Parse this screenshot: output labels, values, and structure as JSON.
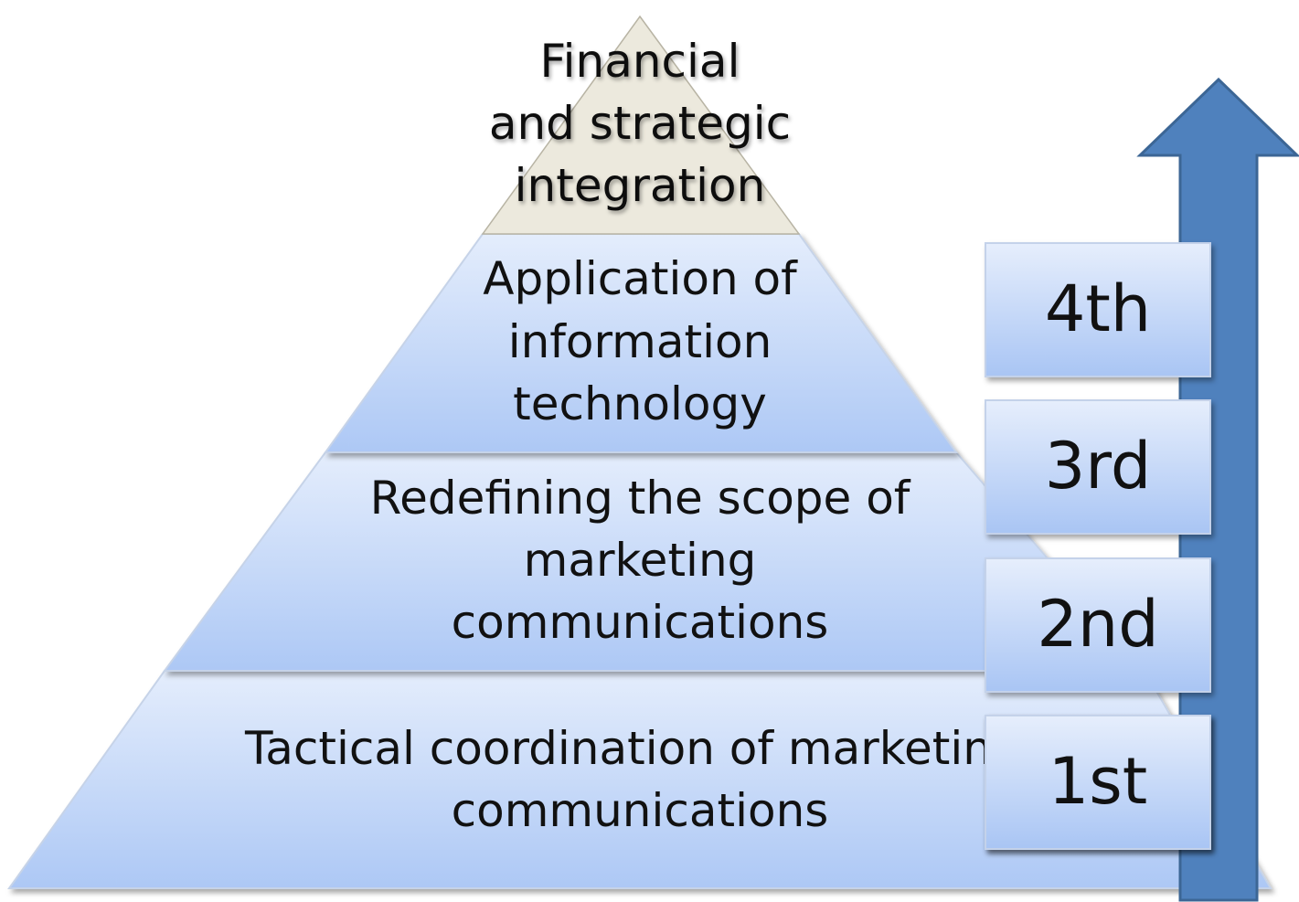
{
  "pyramid": {
    "top": {
      "lines": [
        "Financial",
        "and strategic",
        "integration"
      ]
    },
    "tier3": {
      "lines": [
        "Application of",
        "information",
        "technology"
      ]
    },
    "tier2": {
      "lines": [
        "Redefining the scope of",
        "marketing",
        "communications"
      ]
    },
    "tier1": {
      "lines": [
        "Tactical coordination of marketin",
        "communications"
      ]
    }
  },
  "ranks": [
    "4th",
    "3rd",
    "2nd",
    "1st"
  ],
  "colors": {
    "top_fill": "#eeece1",
    "tier_light": "#e3ecfb",
    "tier_dark": "#aec9f5",
    "arrow_fill": "#4f81bd",
    "arrow_stroke": "#385d8a",
    "text": "#111111"
  }
}
